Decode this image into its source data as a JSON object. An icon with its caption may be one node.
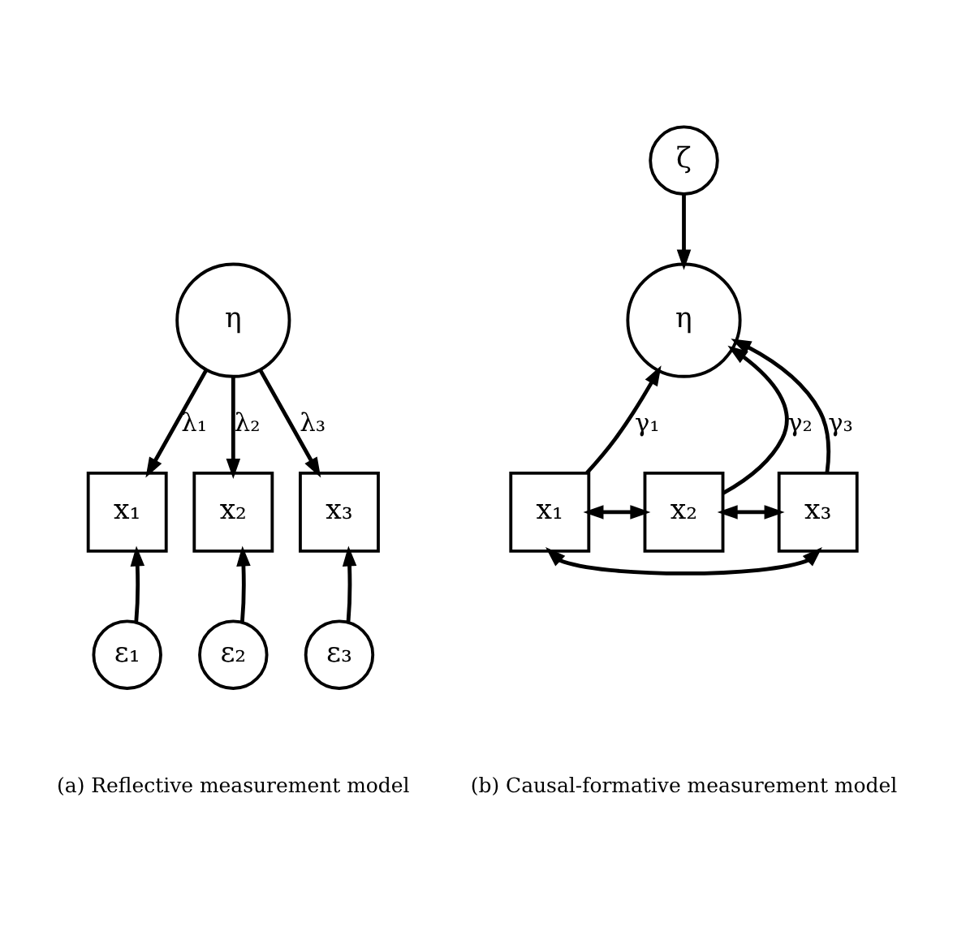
{
  "diagram": {
    "nodes": [
      {
        "text": [
          "η"
        ]
      },
      {
        "text": [
          "x₁"
        ]
      },
      {
        "text": [
          "x₂"
        ]
      },
      {
        "text": [
          "x₃"
        ]
      },
      {
        "text": [
          "ε₁"
        ]
      },
      {
        "text": [
          "ε₂"
        ]
      },
      {
        "text": [
          "ε₃"
        ]
      },
      {
        "text": [
          "ζ"
        ]
      },
      {
        "text": [
          "η"
        ]
      },
      {
        "text": [
          "x₁"
        ]
      },
      {
        "text": [
          "x₂"
        ]
      },
      {
        "text": [
          "x₃"
        ]
      }
    ],
    "edges": [
      {
        "from": 0,
        "to": 1,
        "arrow": "to",
        "label": "λ₁"
      },
      {
        "from": 0,
        "to": 2,
        "arrow": "to",
        "label": "λ₂"
      },
      {
        "from": 0,
        "to": 3,
        "arrow": "to",
        "label": "λ₃"
      },
      {
        "from": 4,
        "to": 1,
        "arrow": "to"
      },
      {
        "from": 5,
        "to": 2,
        "arrow": "to"
      },
      {
        "from": 6,
        "to": 3,
        "arrow": "to"
      },
      {
        "from": 7,
        "to": 8,
        "arrow": "to"
      },
      {
        "from": 9,
        "to": 8,
        "arrow": "to",
        "label": "γ₁"
      },
      {
        "from": 10,
        "to": 8,
        "arrow": "to",
        "label": "γ₂"
      },
      {
        "from": 11,
        "to": 8,
        "arrow": "to",
        "label": "γ₃"
      },
      {
        "from": 9,
        "to": 10,
        "arrow": "both"
      },
      {
        "from": 10,
        "to": 11,
        "arrow": "both"
      },
      {
        "from": 9,
        "to": 11,
        "arrow": "both"
      }
    ],
    "labels": [
      "(a) Reflective measurement model",
      "(b) Causal-formative measurement model"
    ]
  }
}
